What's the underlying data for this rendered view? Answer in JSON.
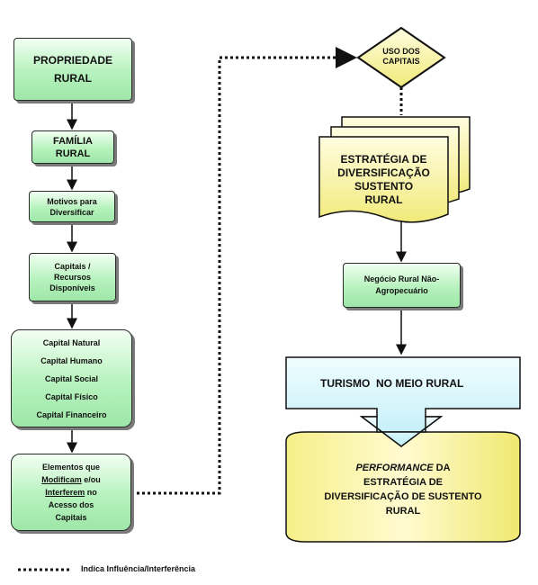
{
  "left_column": {
    "propriedade": [
      "PROPRIEDADE",
      "RURAL"
    ],
    "familia": [
      "FAMÍLIA",
      "RURAL"
    ],
    "motivos": [
      "Motivos para",
      "Diversificar"
    ],
    "capitais": [
      "Capitais /",
      "Recursos",
      "Disponíveis"
    ],
    "capital_list": [
      "Capital Natural",
      "Capital Humano",
      "Capital Social",
      "Capital Físico",
      "Capital Financeiro"
    ],
    "elementos": {
      "line1": "Elementos que",
      "line2_underlined": "Modificam",
      "line2_rest": " e/ou",
      "line3_underlined": "Interferem",
      "line3_rest": " no",
      "line4": "Acesso dos",
      "line5": "Capitais"
    }
  },
  "right_column": {
    "uso_dos_capitais": [
      "USO DOS",
      "CAPITAIS"
    ],
    "estrategia": [
      "ESTRATÉGIA DE",
      "DIVERSIFICAÇÃO",
      "SUSTENTO",
      "RURAL"
    ],
    "negocio": [
      "Negócio Rural Não-",
      "Agropecuário"
    ],
    "turismo": "TURISMO  NO MEIO RURAL",
    "performance": {
      "italic": "PERFORMANCE",
      "rest_line1": " DA",
      "line2": "ESTRATÉGIA DE",
      "line3": "DIVERSIFICAÇÃO DE SUSTENTO",
      "line4": "RURAL"
    }
  },
  "legend": {
    "text": "Indica Influência/Interferência"
  },
  "colors": {
    "green_fill": "#b6f2bd",
    "yellow_fill": "#f8f4a0",
    "cyan_fill": "#d4f6fb",
    "border": "#2a2a2a"
  }
}
